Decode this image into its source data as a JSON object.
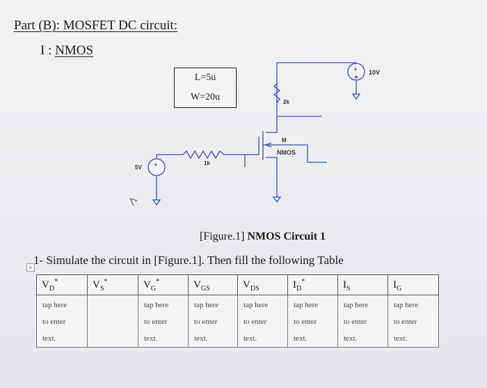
{
  "document": {
    "part_title": "Part (B): MOSFET DC circuit:",
    "sub_prefix": "I : ",
    "sub_title": "NMOS"
  },
  "device_params": {
    "length": "L=5u",
    "width": "W=20u"
  },
  "circuit": {
    "supply_label": "10V",
    "drain_resistor_label": "2k",
    "transistor_name": "M",
    "transistor_model": "NMOS",
    "gate_resistor_label": "1k",
    "gate_source_label": "5V"
  },
  "figure_caption": {
    "bracket": "[Figure.1]",
    "text": " NMOS Circuit 1"
  },
  "instruction": "1- Simulate the circuit in [Figure.1]. Then fill the following Table",
  "table": {
    "headers": [
      {
        "main": "V",
        "sub": "D",
        "sup": "*"
      },
      {
        "main": "V",
        "sub": "S",
        "sup": "*"
      },
      {
        "main": "V",
        "sub": "G",
        "sup": "*"
      },
      {
        "main": "V",
        "sub": "GS",
        "sup": ""
      },
      {
        "main": "V",
        "sub": "DS",
        "sup": ""
      },
      {
        "main": "I",
        "sub": "D",
        "sup": "*"
      },
      {
        "main": "I",
        "sub": "S",
        "sup": ""
      },
      {
        "main": "I",
        "sub": "G",
        "sup": ""
      }
    ],
    "placeholder": {
      "line1": "tap here",
      "line2": "to enter",
      "line3": "text."
    }
  }
}
